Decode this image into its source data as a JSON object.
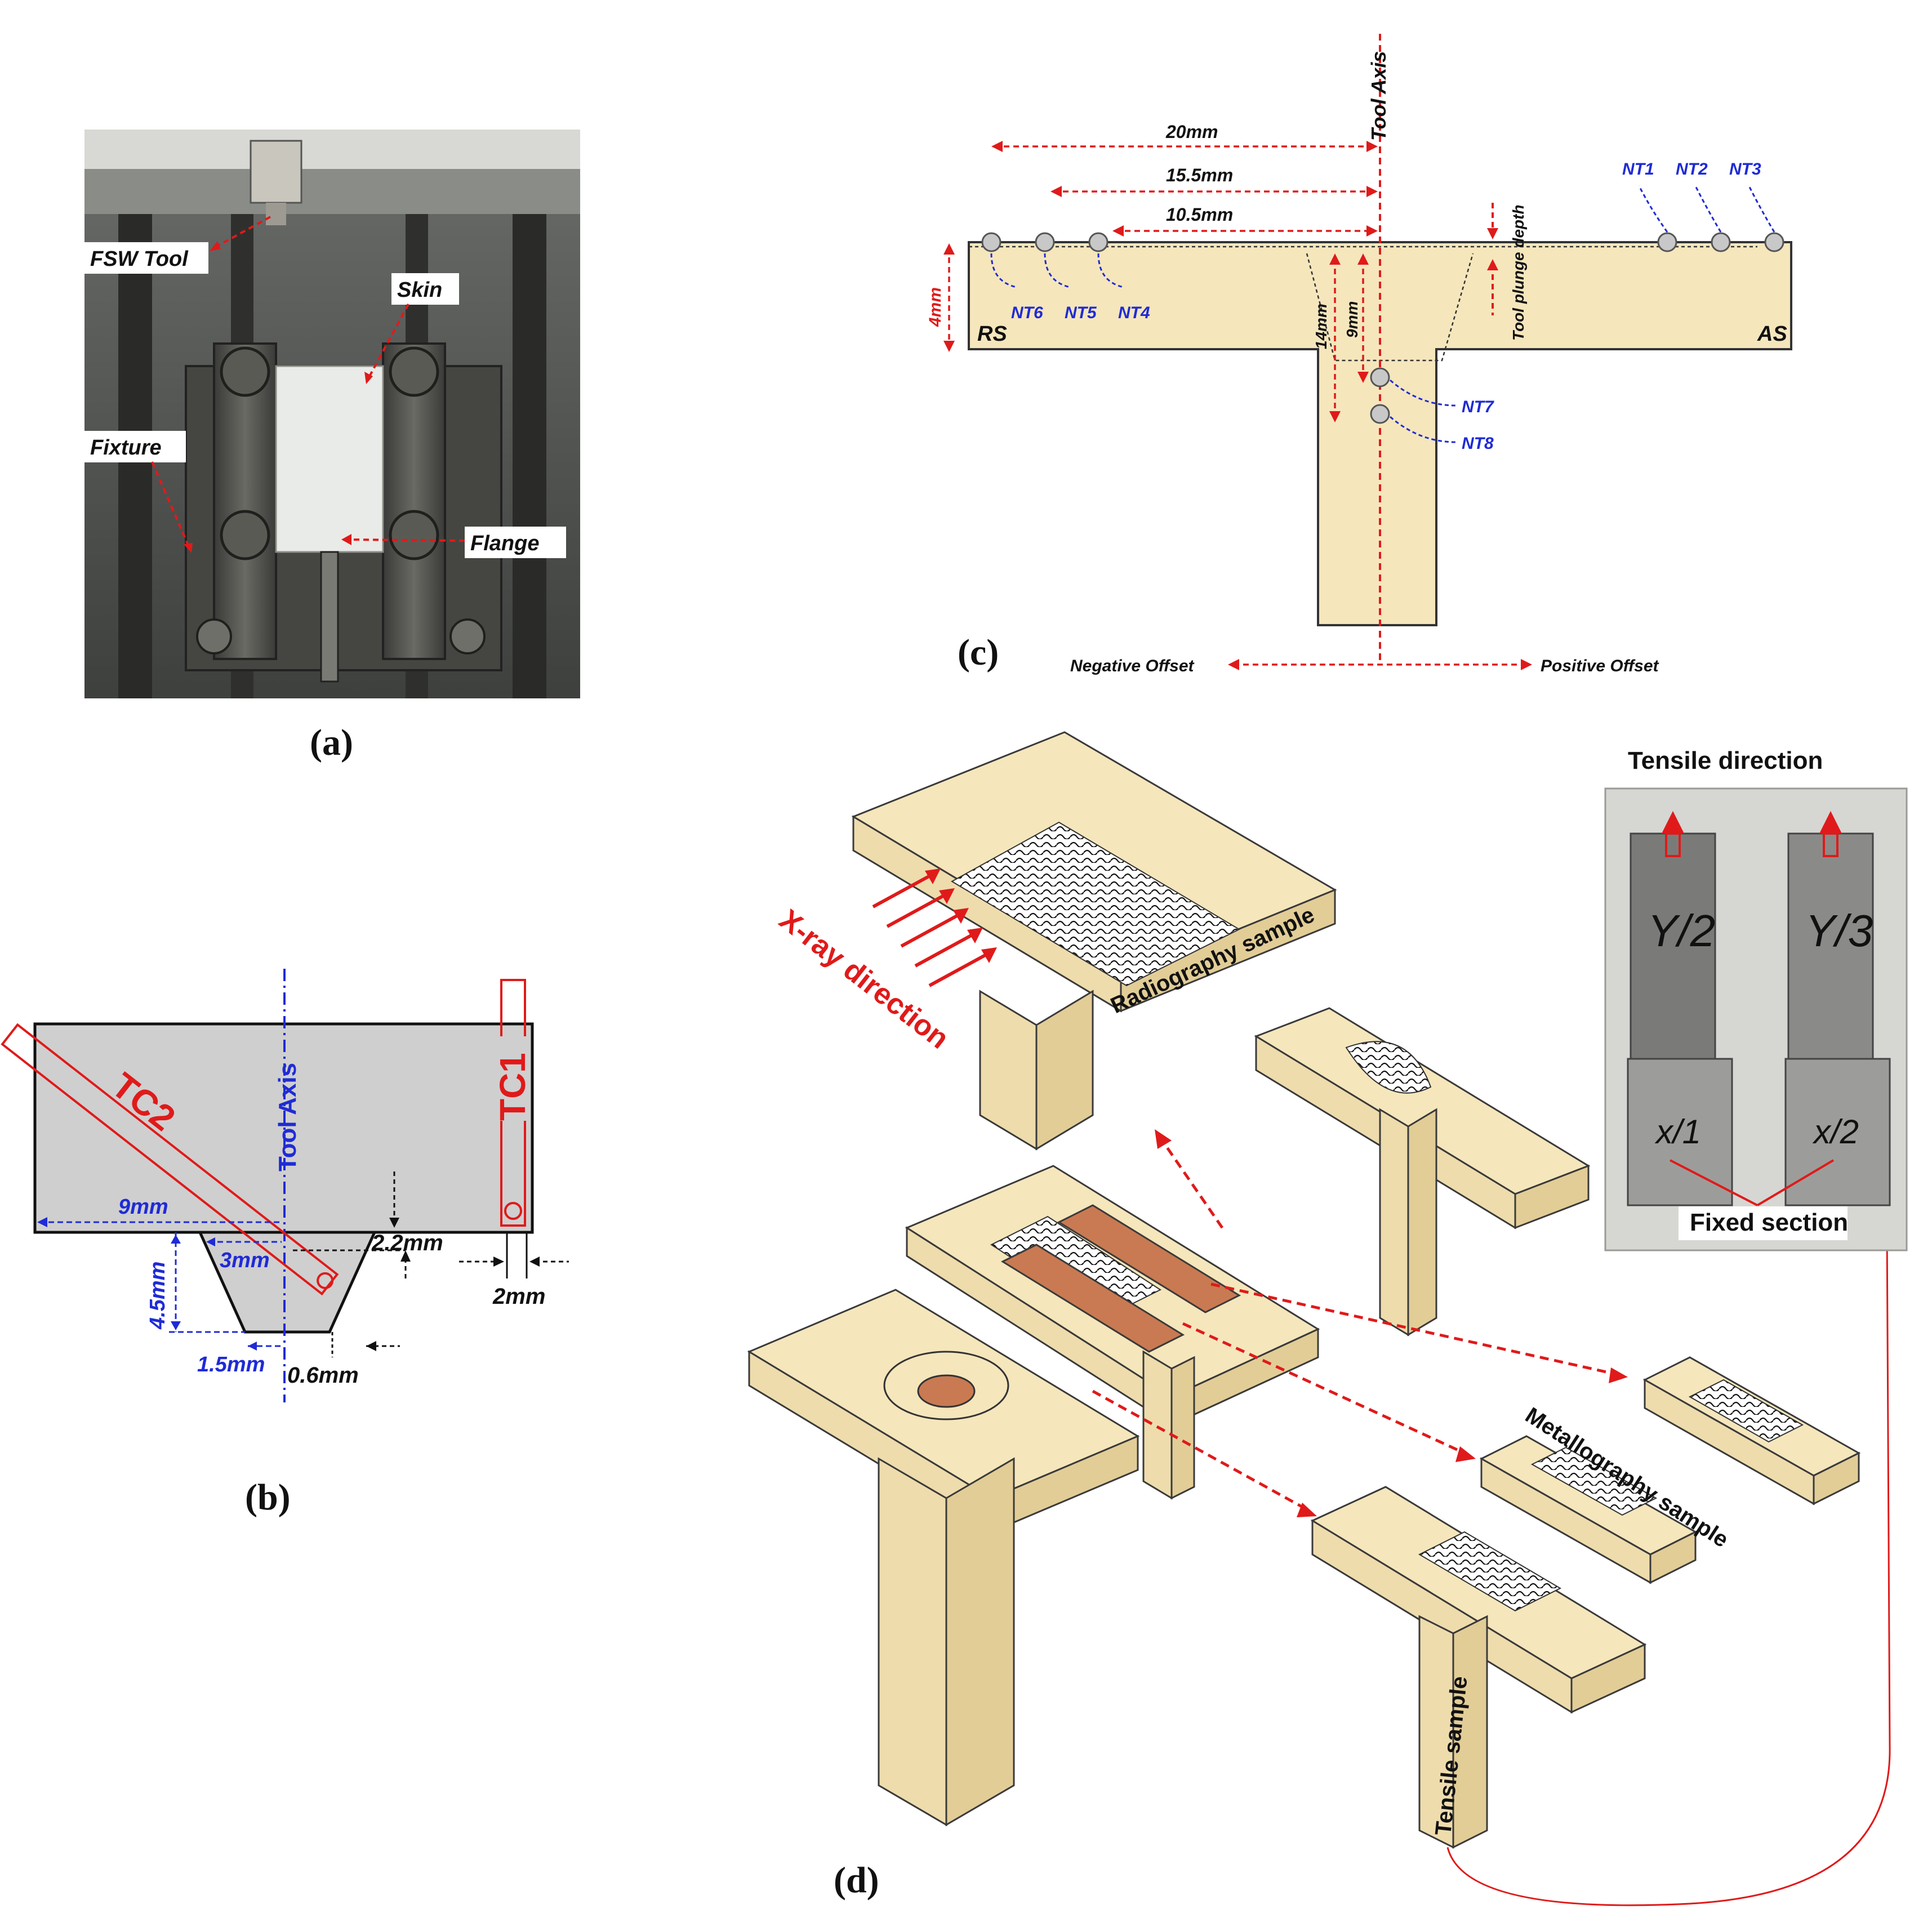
{
  "panel_a": {
    "caption": "(a)",
    "labels": {
      "fsw_tool": "FSW Tool",
      "skin": "Skin",
      "fixture": "Fixture",
      "flange": "Flange"
    }
  },
  "panel_b": {
    "caption": "(b)",
    "tool_axis": "Tool Axis",
    "tc1": "TC1",
    "tc2": "TC2",
    "dims": {
      "d9": "9mm",
      "d3": "3mm",
      "d45": "4.5mm",
      "d15": "1.5mm",
      "d22": "2.2mm",
      "d2": "2mm",
      "d06": "0.6mm"
    }
  },
  "panel_c": {
    "caption": "(c)",
    "tool_axis": "Tool Axis",
    "dims": {
      "d20": "20mm",
      "d155": "15.5mm",
      "d105": "10.5mm",
      "d4": "4mm",
      "d14": "14mm",
      "d9": "9mm"
    },
    "tool_plunge": "Tool plunge depth",
    "rs": "RS",
    "as": "AS",
    "points": [
      "NT1",
      "NT2",
      "NT3",
      "NT4",
      "NT5",
      "NT6",
      "NT7",
      "NT8"
    ],
    "negative_offset": "Negative Offset",
    "positive_offset": "Positive Offset"
  },
  "panel_d": {
    "caption": "(d)",
    "xray": "X-ray direction",
    "radiography": "Radiography sample",
    "metallography": "Metallography sample",
    "tensile": "Tensile sample",
    "tensile_direction": "Tensile direction",
    "fixed_section": "Fixed section",
    "specimen_marks": [
      "Y/2",
      "Y/3",
      "x/1",
      "x/2"
    ]
  },
  "colors": {
    "arrow_red": "#e01a1a",
    "note_blue": "#1f2bd6",
    "part_tan": "#f5e6bc",
    "copper": "#c97a52"
  }
}
